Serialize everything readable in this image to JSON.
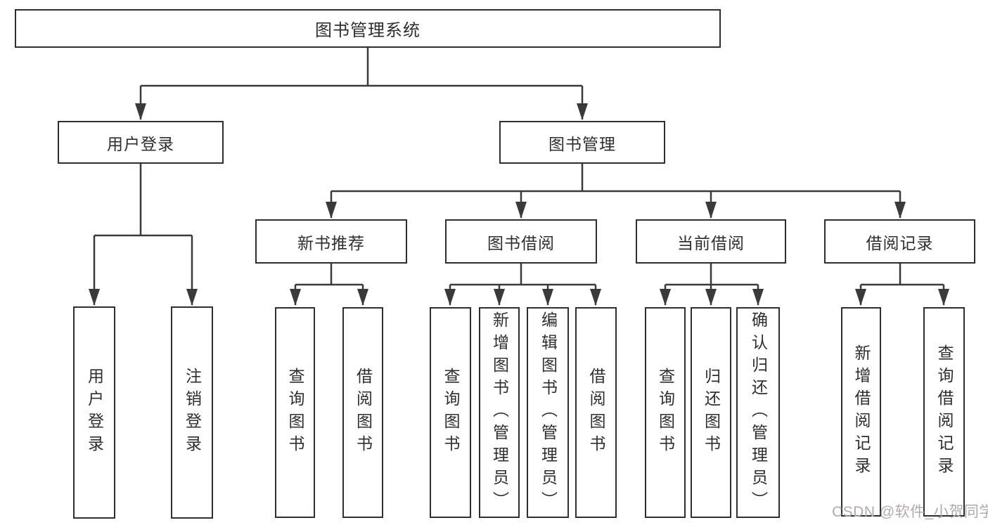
{
  "diagram": {
    "type": "hierarchy-tree",
    "colors": {
      "line": "#3a3a3a",
      "box_border": "#2f2f2f",
      "box_fill": "#ffffff",
      "text": "#2e2e2e",
      "watermark": "#b2a9a9",
      "background": "#ffffff"
    },
    "tree": {
      "label": "图书管理系统",
      "children": [
        {
          "label": "用户登录",
          "children": [
            {
              "label": "用户登录"
            },
            {
              "label": "注销登录"
            }
          ]
        },
        {
          "label": "图书管理",
          "children": [
            {
              "label": "新书推荐",
              "children": [
                {
                  "label": "查询图书"
                },
                {
                  "label": "借阅图书"
                }
              ]
            },
            {
              "label": "图书借阅",
              "children": [
                {
                  "label": "查询图书"
                },
                {
                  "label": "新增图书（管理员）"
                },
                {
                  "label": "编辑图书（管理员）"
                },
                {
                  "label": "借阅图书"
                }
              ]
            },
            {
              "label": "当前借阅",
              "children": [
                {
                  "label": "查询图书"
                },
                {
                  "label": "归还图书"
                },
                {
                  "label": "确认归还（管理员）"
                }
              ]
            },
            {
              "label": "借阅记录",
              "children": [
                {
                  "label": "新增借阅记录"
                },
                {
                  "label": "查询借阅记录"
                }
              ]
            }
          ]
        }
      ]
    },
    "watermark": {
      "text": "CSDN @软件_小贺同学"
    }
  }
}
